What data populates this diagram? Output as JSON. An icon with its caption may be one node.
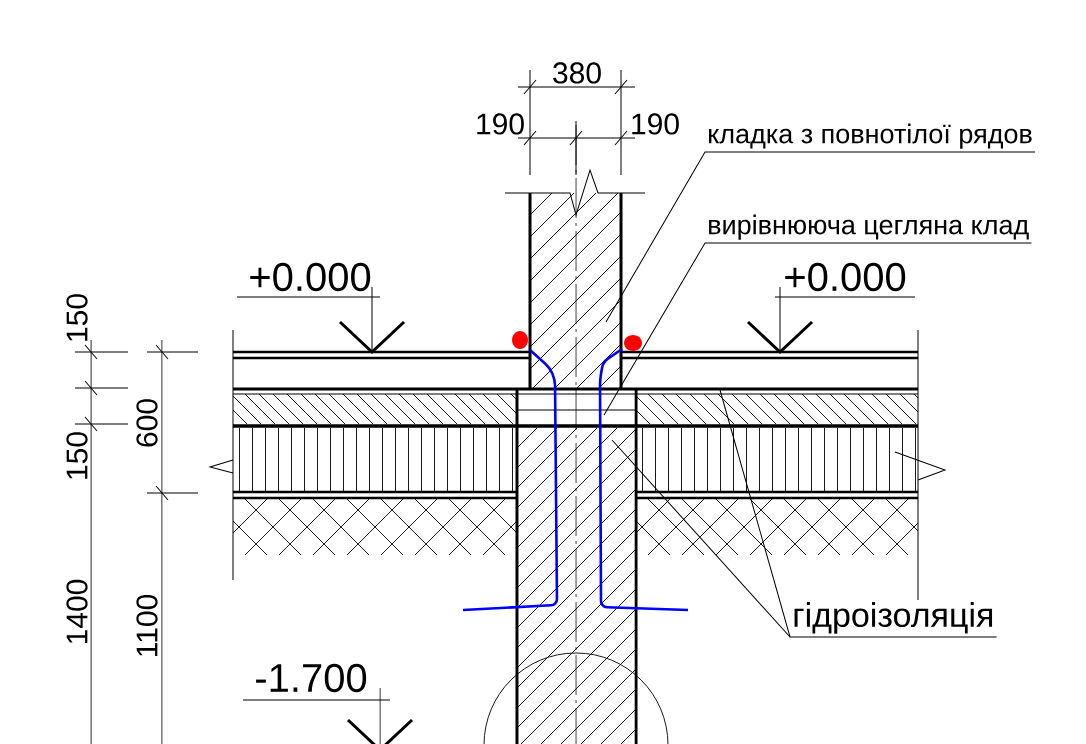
{
  "diagram": {
    "nodes": [
      {
        "text": [
          "кладка з повнотілої рядов"
        ]
      },
      {
        "text": [
          "вирівнююча цегляна клад"
        ]
      },
      {
        "text": [
          "гідроізоляція"
        ]
      }
    ],
    "edges": [
      {
        "from": 0,
        "to": null,
        "arrow": "none"
      },
      {
        "from": 1,
        "to": null,
        "arrow": "none"
      },
      {
        "from": 2,
        "to": null,
        "arrow": "none"
      },
      {
        "from": 2,
        "to": null,
        "arrow": "none"
      }
    ],
    "labels": [
      "380",
      "190",
      "190",
      "+0.000",
      "+0.000",
      "150",
      "150",
      "600",
      "1400",
      "1100",
      "-1.700"
    ]
  }
}
